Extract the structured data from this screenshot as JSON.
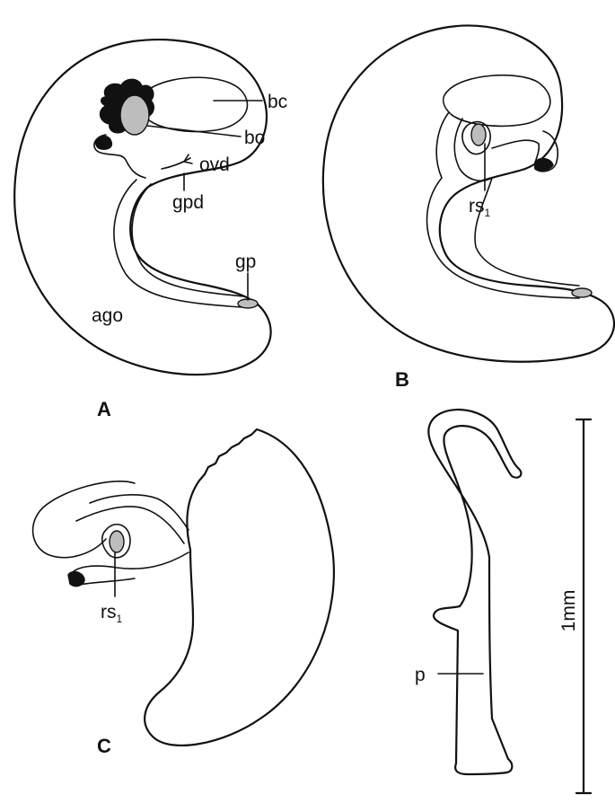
{
  "panels": {
    "a": "A",
    "b": "B",
    "c": "C"
  },
  "labels": {
    "bc": "bc",
    "bo": "bo",
    "ovd": "ovd",
    "gpd": "gpd",
    "gp": "gp",
    "ago": "ago",
    "rs_main_b": "rs",
    "rs_sub_b": "1",
    "rs_main_c": "rs",
    "rs_sub_c": "1",
    "p": "p"
  },
  "scale_bar": {
    "label": "1mm"
  }
}
